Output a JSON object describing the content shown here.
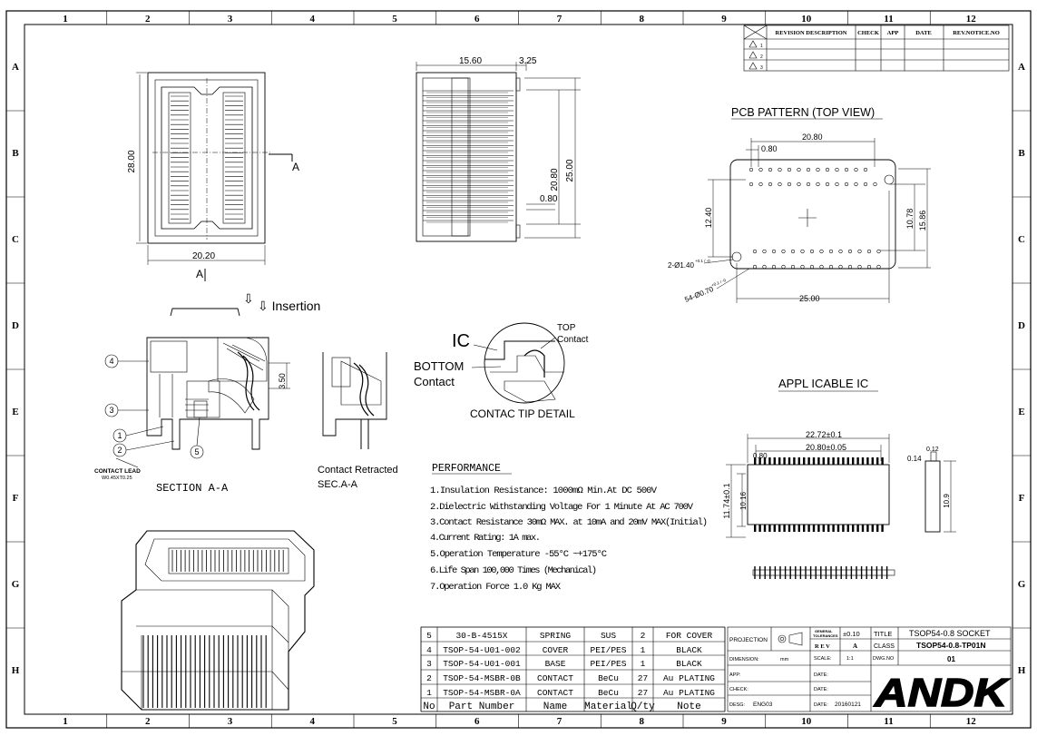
{
  "border": {
    "columns": [
      "1",
      "2",
      "3",
      "4",
      "5",
      "6",
      "7",
      "8",
      "9",
      "10",
      "11",
      "12"
    ],
    "rows": [
      "A",
      "B",
      "C",
      "D",
      "E",
      "F",
      "G",
      "H"
    ]
  },
  "revision_table": {
    "headers": [
      "REVISION DESCRIPTION",
      "CHECK",
      "APP",
      "DATE",
      "REV.NOTICE.NO"
    ],
    "rows": [
      "1",
      "2",
      "3"
    ]
  },
  "top_view": {
    "dim_height": "28.00",
    "dim_width": "20.20",
    "section_mark_a_right": "A",
    "section_mark_a_bottom": "A"
  },
  "side_view": {
    "dim_1560": "15.60",
    "dim_325": "3.25",
    "dim_2080": "20.80",
    "dim_2500": "25.00",
    "dim_080": "0.80"
  },
  "pcb_pattern": {
    "title": "PCB PATTERN  (TOP VIEW)",
    "dim_2080": "20.80",
    "dim_080": "0.80",
    "dim_1240": "12.40",
    "dim_1078": "10.78",
    "dim_1586": "15.86",
    "dim_2500": "25.00",
    "hole_large": "2-Ø1.40",
    "hole_large_tol": "+0.1 / -0",
    "hole_small": "54-Ø0.70",
    "hole_small_tol": "+0.1 / -0"
  },
  "section": {
    "insertion": "⇩ Insertion",
    "dim_350": "3.50",
    "callouts": [
      "4",
      "3",
      "1",
      "2",
      "5"
    ],
    "contact_lead": "CONTACT LEAD",
    "contact_lead_size": "W0.45XT0.25",
    "title": "SECTION  A-A",
    "retracted_line1": "Contact Retracted",
    "retracted_line2": "SEC.A-A"
  },
  "contact_detail": {
    "ic": "IC",
    "top": "TOP",
    "top_contact": "Contact",
    "bottom": "BOTTOM",
    "bottom_contact": "Contact",
    "title": "CONTAC TIP DETAIL"
  },
  "applicable_ic": {
    "title": "APPL ICABLE IC",
    "dim_2272": "22.72±0.1",
    "dim_2080": "20.80±0.05",
    "dim_080": "0.80",
    "dim_1174": "11.74±0.1",
    "dim_1016": "10.16",
    "dim_014": "0.14",
    "dim_012": "0.12",
    "dim_109": "10.9"
  },
  "performance": {
    "title": "PERFORMANCE",
    "items": [
      "1.Insulation Resistance: 1000mΩ Min.At DC 500V",
      "2.Dielectric Withstanding Voltage For 1 Minute At AC 700V",
      "3.Contact Resistance 30mΩ MAX. at 10mA and 20mV MAX(Initial)",
      "4.Current Rating: 1A max.",
      "5.Operation Temperature -55°C ~+175°C",
      "6.Life Span 100,000 Times (Mechanical)",
      "7.Operation Force 1.0 Kg MAX"
    ]
  },
  "bom": {
    "header": [
      "No",
      "Part Number",
      "Name",
      "Material",
      "Q/ty",
      "Note"
    ],
    "rows": [
      [
        "5",
        "30-B-4515X",
        "SPRING",
        "SUS",
        "2",
        "FOR COVER"
      ],
      [
        "4",
        "TSOP-54-U01-002",
        "COVER",
        "PEI/PES",
        "1",
        "BLACK"
      ],
      [
        "3",
        "TSOP-54-U01-001",
        "BASE",
        "PEI/PES",
        "1",
        "BLACK"
      ],
      [
        "2",
        "TSOP-54-MSBR-0B",
        "CONTACT",
        "BeCu",
        "27",
        "Au PLATING"
      ],
      [
        "1",
        "TSOP-54-MSBR-0A",
        "CONTACT",
        "BeCu",
        "27",
        "Au PLATING"
      ]
    ]
  },
  "title_block": {
    "projection": "PROJECTION",
    "general_tol_1": "GENERAL",
    "general_tol_2": "TOLERANCES",
    "tol_value": "±0.10",
    "title_label": "TITLE",
    "title_value": "TSOP54-0.8 SOCKET",
    "rev_label": "R E V",
    "rev_value": "A",
    "class_label": "CLASS",
    "class_value": "TSOP54-0.8-TP01N",
    "dimension_label": "DIMENSION:",
    "dimension_unit": "mm",
    "scale_label": "SCALE:",
    "scale_value": "1:1",
    "dwg_label": "DWG.NO",
    "dwg_value": "01",
    "app_label": "APP:",
    "date_label1": "DATE:",
    "check_label": "CHECK:",
    "date_label2": "DATE:",
    "desg_label": "DESG:",
    "desg_value": "ENG03",
    "date_label3": "DATE:",
    "date_value": "20160121",
    "logo": "ANDK"
  }
}
